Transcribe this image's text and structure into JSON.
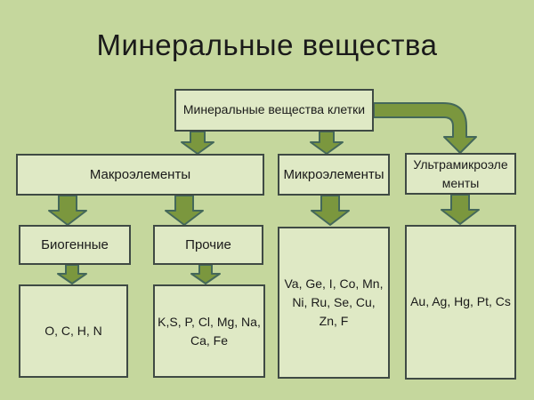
{
  "title": "Минеральные вещества",
  "nodes": {
    "root": "Минеральные вещества клетки",
    "macro": "Макроэлементы",
    "micro": "Микроэлементы",
    "ultra": "Ультрамикроэлементы",
    "biogenic": "Биогенные",
    "other": "Прочие",
    "biogenic_elements": "O, C, H, N",
    "other_elements": "K,S, P, Cl, Mg, Na, Ca, Fe",
    "micro_elements": "Va, Ge, I, Co, Mn, Ni, Ru, Se, Cu, Zn, F",
    "ultra_elements": "Au, Ag, Hg, Pt, Cs"
  },
  "hierarchy": [
    {
      "from": "root",
      "to": "macro"
    },
    {
      "from": "root",
      "to": "micro"
    },
    {
      "from": "root",
      "to": "ultra"
    },
    {
      "from": "macro",
      "to": "biogenic"
    },
    {
      "from": "macro",
      "to": "other"
    },
    {
      "from": "biogenic",
      "to": "biogenic_elements"
    },
    {
      "from": "other",
      "to": "other_elements"
    },
    {
      "from": "micro",
      "to": "micro_elements"
    },
    {
      "from": "ultra",
      "to": "ultra_elements"
    }
  ],
  "colors": {
    "background": "#c5d79d",
    "box_fill": "#dfe9c5",
    "box_border": "#3f4a44",
    "arrow_fill": "#7b973e",
    "arrow_outline": "#44685a",
    "text": "#1a1a1a"
  }
}
